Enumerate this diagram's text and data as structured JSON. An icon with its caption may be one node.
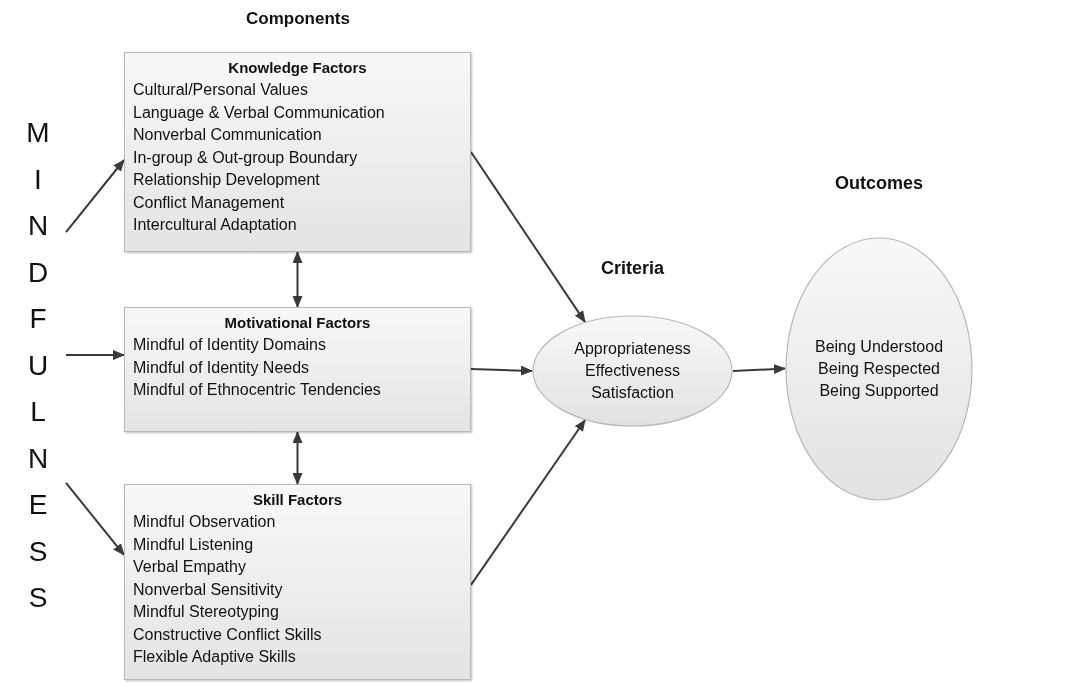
{
  "diagram": {
    "nodes": [
      {
        "text": [
          "MINDFULNESS"
        ]
      },
      {
        "text": [
          "Knowledge Factors",
          "Cultural/Personal Values",
          "Language & Verbal Communication",
          "Nonverbal Communication",
          "In-group & Out-group Boundary",
          "Relationship Development",
          "Conflict Management",
          "Intercultural Adaptation"
        ]
      },
      {
        "text": [
          "Motivational Factors",
          "Mindful of Identity Domains",
          "Mindful of Identity Needs",
          "Mindful of Ethnocentric Tendencies"
        ]
      },
      {
        "text": [
          "Skill Factors",
          "Mindful Observation",
          "Mindful Listening",
          "Verbal Empathy",
          "Nonverbal Sensitivity",
          "Mindful Stereotyping",
          "Constructive Conflict Skills",
          "Flexible Adaptive Skills"
        ]
      },
      {
        "text": [
          "Criteria",
          "Appropriateness",
          "Effectiveness",
          "Satisfaction"
        ]
      },
      {
        "text": [
          "Outcomes",
          "Being Understood",
          "Being Respected",
          "Being Supported"
        ]
      }
    ],
    "edges": [
      {
        "from": 0,
        "to": 1,
        "arrow": "to"
      },
      {
        "from": 0,
        "to": 2,
        "arrow": "to"
      },
      {
        "from": 0,
        "to": 3,
        "arrow": "to"
      },
      {
        "from": 1,
        "to": 2,
        "arrow": "both"
      },
      {
        "from": 2,
        "to": 3,
        "arrow": "both"
      },
      {
        "from": 1,
        "to": 4,
        "arrow": "to"
      },
      {
        "from": 2,
        "to": 4,
        "arrow": "to"
      },
      {
        "from": 3,
        "to": 4,
        "arrow": "to"
      },
      {
        "from": 4,
        "to": 5,
        "arrow": "to"
      }
    ],
    "labels": [
      "Components"
    ]
  }
}
